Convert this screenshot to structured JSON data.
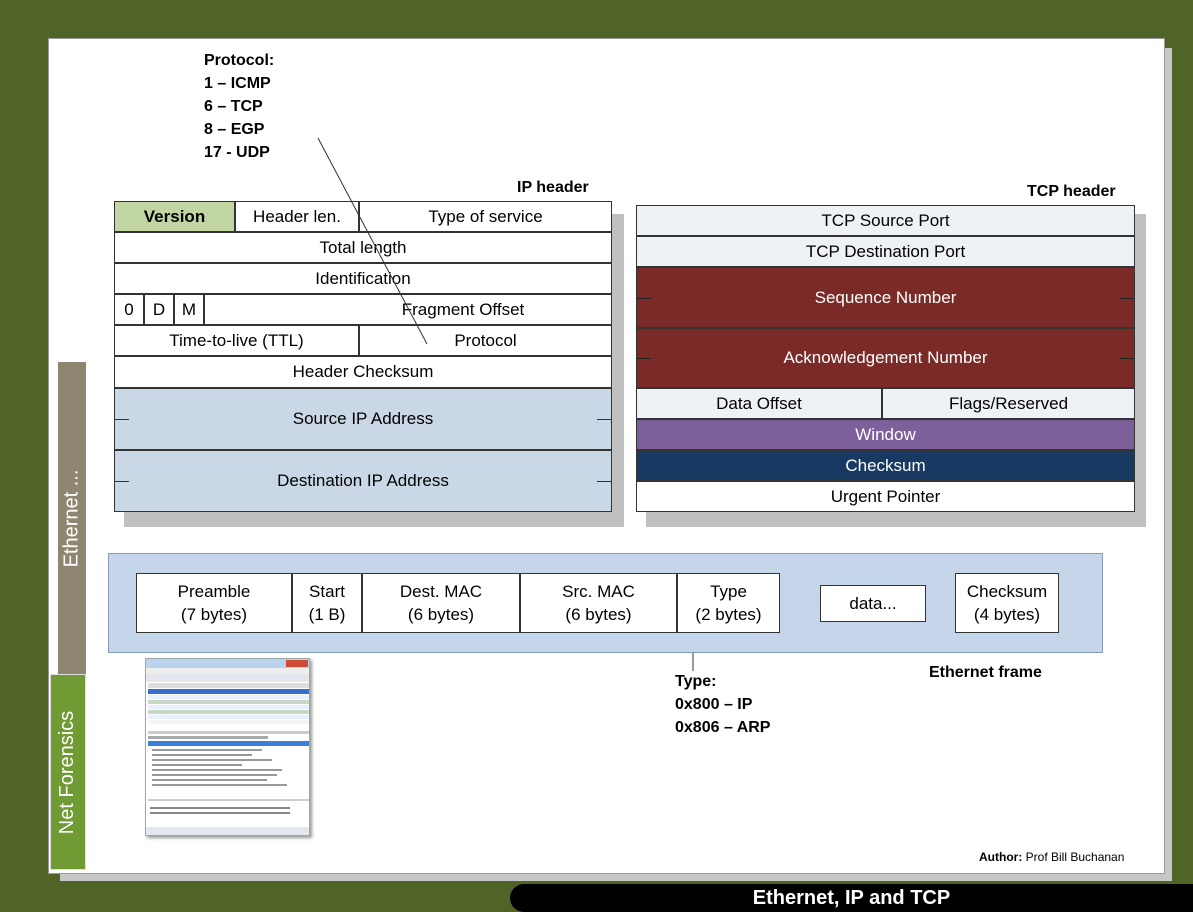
{
  "protocol_note": {
    "title": "Protocol:",
    "items": [
      "1 – ICMP",
      "6 – TCP",
      "8 – EGP",
      "17 - UDP"
    ]
  },
  "ip_header": {
    "title": "IP header",
    "version": "Version",
    "header_len": "Header len.",
    "type_of_service": "Type of service",
    "total_length": "Total length",
    "identification": "Identification",
    "flag_0": "0",
    "flag_d": "D",
    "flag_m": "M",
    "fragment_offset": "Fragment Offset",
    "ttl": "Time-to-live (TTL)",
    "protocol": "Protocol",
    "header_checksum": "Header Checksum",
    "source_ip": "Source IP Address",
    "dest_ip": "Destination IP Address"
  },
  "tcp_header": {
    "title": "TCP header",
    "source_port": "TCP Source Port",
    "dest_port": "TCP Destination Port",
    "sequence": "Sequence Number",
    "ack": "Acknowledgement Number",
    "data_offset": "Data Offset",
    "flags": "Flags/Reserved",
    "window": "Window",
    "checksum": "Checksum",
    "urgent": "Urgent Pointer"
  },
  "ethernet_frame": {
    "title": "Ethernet frame",
    "preamble": [
      "Preamble",
      "(7 bytes)"
    ],
    "start": [
      "Start",
      "(1 B)"
    ],
    "dest_mac": [
      "Dest. MAC",
      "(6 bytes)"
    ],
    "src_mac": [
      "Src. MAC",
      "(6 bytes)"
    ],
    "type": [
      "Type",
      "(2 bytes)"
    ],
    "data": "data...",
    "checksum": [
      "Checksum",
      "(4 bytes)"
    ]
  },
  "type_note": {
    "title": "Type:",
    "items": [
      "0x800 – IP",
      "0x806 – ARP"
    ]
  },
  "side_tabs": {
    "ethernet": "Ethernet ...",
    "net_forensics": "Net Forensics"
  },
  "author": {
    "label": "Author:",
    "name": " Prof Bill Buchanan"
  },
  "footer": "Ethernet, IP and TCP",
  "colors": {
    "background": "#506428",
    "version_cell": "#c2d6a4",
    "ip_address_rows": "#c9d7e6",
    "tcp_light_rows": "#eef2f7",
    "sequence_ack": "#7a2b27",
    "window": "#7d5f9a",
    "checksum": "#183a62",
    "ethernet_band": "#c5d5ea"
  }
}
